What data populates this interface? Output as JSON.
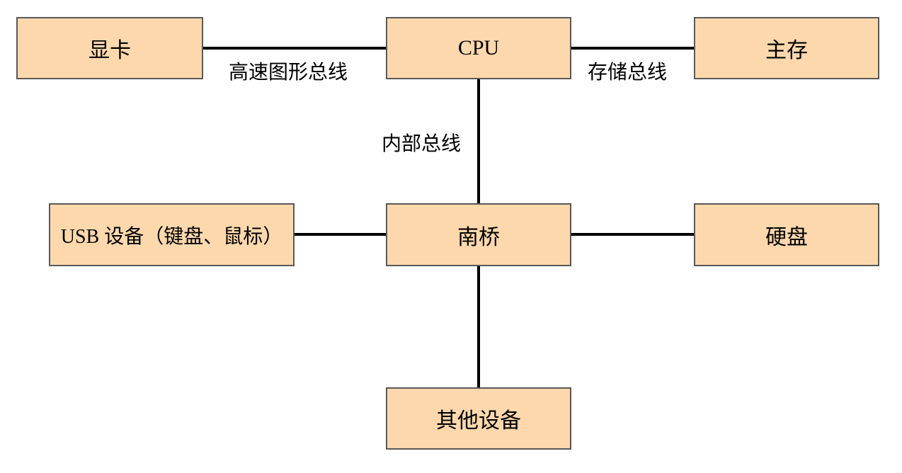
{
  "diagram": {
    "description": "Computer hardware bus architecture diagram",
    "colors": {
      "background": "#ffffff",
      "node_fill": "#fed8ad",
      "node_border": "#595959",
      "connector": "#000000",
      "text": "#000000"
    },
    "nodes": [
      {
        "id": "gpu",
        "label": "显卡"
      },
      {
        "id": "cpu",
        "label": "CPU"
      },
      {
        "id": "main-memory",
        "label": "主存"
      },
      {
        "id": "usb-devices",
        "label": "USB 设备（键盘、鼠标）"
      },
      {
        "id": "southbridge",
        "label": "南桥"
      },
      {
        "id": "hard-disk",
        "label": "硬盘"
      },
      {
        "id": "other-devices",
        "label": "其他设备"
      }
    ],
    "bus_labels": [
      {
        "id": "graphics-bus",
        "label": "高速图形总线"
      },
      {
        "id": "memory-bus",
        "label": "存储总线"
      },
      {
        "id": "internal-bus",
        "label": "内部总线"
      }
    ],
    "edges": [
      {
        "from": "gpu",
        "to": "cpu",
        "label": "高速图形总线"
      },
      {
        "from": "cpu",
        "to": "main-memory",
        "label": "存储总线"
      },
      {
        "from": "cpu",
        "to": "southbridge",
        "label": "内部总线"
      },
      {
        "from": "usb-devices",
        "to": "southbridge",
        "label": ""
      },
      {
        "from": "southbridge",
        "to": "hard-disk",
        "label": ""
      },
      {
        "from": "southbridge",
        "to": "other-devices",
        "label": ""
      }
    ]
  }
}
